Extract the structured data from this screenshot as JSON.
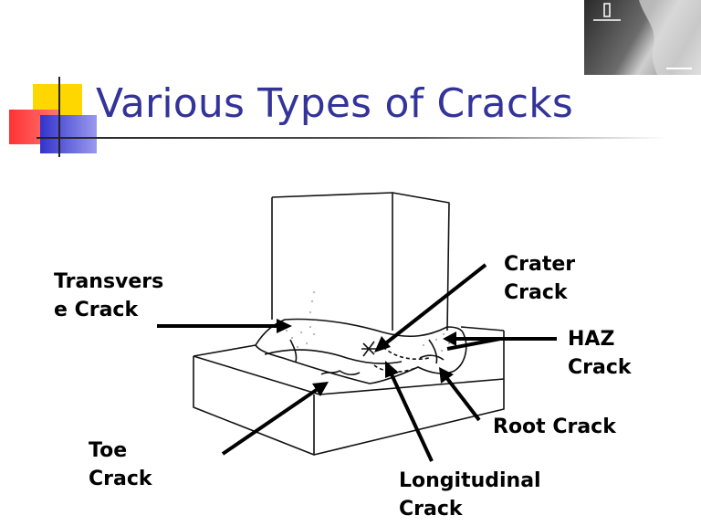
{
  "slide": {
    "title": "Various Types of Cracks"
  },
  "colors": {
    "title": "#333399",
    "deco_yellow": "#ffd700",
    "deco_red": "#ff3333",
    "deco_blue": "#3333cc"
  },
  "labels": {
    "transverse_line1": "Transvers",
    "transverse_line2": "e Crack",
    "crater_line1": "Crater",
    "crater_line2": "Crack",
    "haz_line1": "HAZ",
    "haz_line2": "Crack",
    "root": "Root Crack",
    "toe_line1": "Toe",
    "toe_line2": "Crack",
    "longitudinal_line1": "Longitudinal",
    "longitudinal_line2": "Crack"
  }
}
